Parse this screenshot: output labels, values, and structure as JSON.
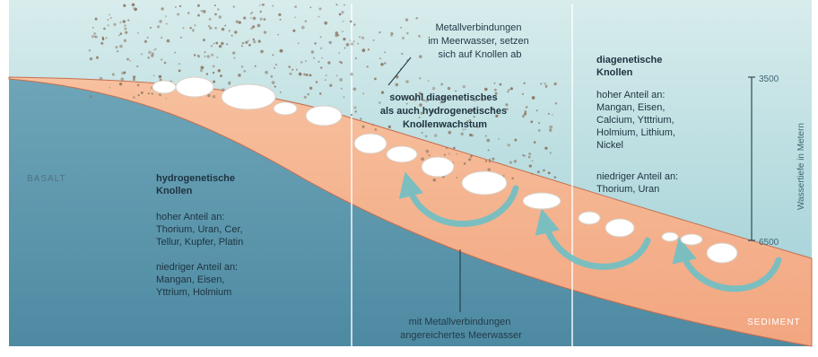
{
  "labels": {
    "metal_compounds": [
      "Metallverbindungen",
      "im Meerwasser, setzen",
      "sich auf Knollen ab"
    ],
    "both_growth": [
      "sowohl diagenetisches",
      "als auch hydrogenetisches",
      "Knollenwachstum"
    ],
    "diagenetic_title": [
      "diagenetische",
      "Knollen"
    ],
    "diagenetic_high": [
      "hoher Anteil an:",
      "Mangan, Eisen,",
      "Calcium, Ytttrium,",
      "Holmium, Lithium,",
      "Nickel"
    ],
    "diagenetic_low": [
      "niedriger Anteil an:",
      "Thorium, Uran"
    ],
    "hydrogenetic_title": [
      "hydrogenetische",
      "Knollen"
    ],
    "hydrogenetic_high": [
      "hoher Anteil an:",
      "Thorium, Uran, Cer,",
      "Tellur, Kupfer, Platin"
    ],
    "hydrogenetic_low": [
      "niedriger Anteil an:",
      "Mangan, Eisen,",
      "Yttrium, Holmium"
    ],
    "enriched_water": [
      "mit Metallverbindungen",
      "angereichertes Meerwasser"
    ],
    "basalt": "BASALT",
    "sediment": "SEDIMENT"
  },
  "depth_axis": {
    "title": "Wassertiefe in Metern",
    "top_value": "3500",
    "bottom_value": "6500"
  },
  "colors": {
    "water_top": "#cfe6e8",
    "water_bottom": "#9fcfd6",
    "basalt": "#5f9bb0",
    "sediment": "#f4b48f",
    "nodule": "#ffffff",
    "particles": "#8a7562",
    "circulation_arrow": "#6fc0c6"
  }
}
